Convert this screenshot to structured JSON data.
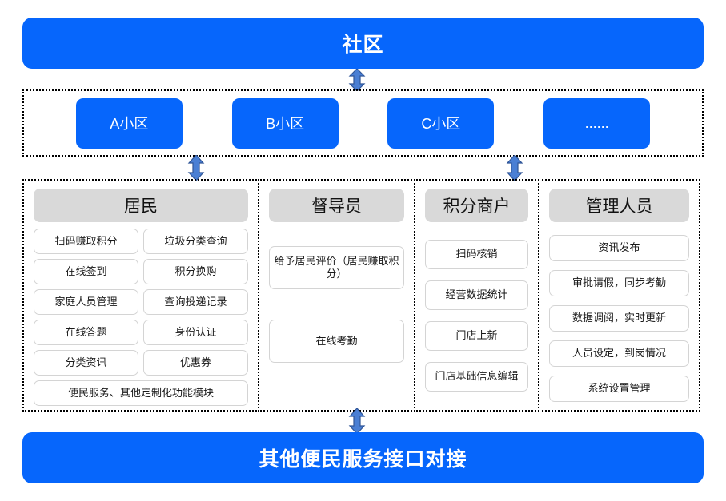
{
  "top_banner": {
    "label": "社区"
  },
  "bottom_banner": {
    "label": "其他便民服务接口对接"
  },
  "communities": [
    {
      "label": "A小区"
    },
    {
      "label": "B小区"
    },
    {
      "label": "C小区"
    },
    {
      "label": "......"
    }
  ],
  "roles": [
    {
      "title": "居民",
      "items": [
        "扫码赚取积分",
        "垃圾分类查询",
        "在线签到",
        "积分换购",
        "家庭人员管理",
        "查询投递记录",
        "在线答题",
        "身份认证",
        "分类资讯",
        "优惠券",
        "便民服务、其他定制化功能模块"
      ]
    },
    {
      "title": "督导员",
      "items": [
        "给予居民评价（居民赚取积分）",
        "在线考勤"
      ]
    },
    {
      "title": "积分商户",
      "items": [
        "扫码核销",
        "经营数据统计",
        "门店上新",
        "门店基础信息编辑"
      ]
    },
    {
      "title": "管理人员",
      "items": [
        "资讯发布",
        "审批请假，同步考勤",
        "数据调阅，实时更新",
        "人员设定，到岗情况",
        "系统设置管理"
      ]
    }
  ],
  "arrows": [
    {
      "name": "arrow-community-to-top",
      "direction": "double-vertical"
    },
    {
      "name": "arrow-residents-to-community",
      "direction": "double-vertical"
    },
    {
      "name": "arrow-merchant-to-community",
      "direction": "double-vertical"
    },
    {
      "name": "arrow-roles-to-bottom",
      "direction": "double-vertical"
    }
  ],
  "colors": {
    "banner_blue": "#0666fc",
    "arrow_blue": "#4a7fd4",
    "arrow_outline": "#2f5597",
    "header_gray": "#d9d9d9",
    "item_border": "#d4d4d4",
    "dotted_border": "#000000"
  }
}
